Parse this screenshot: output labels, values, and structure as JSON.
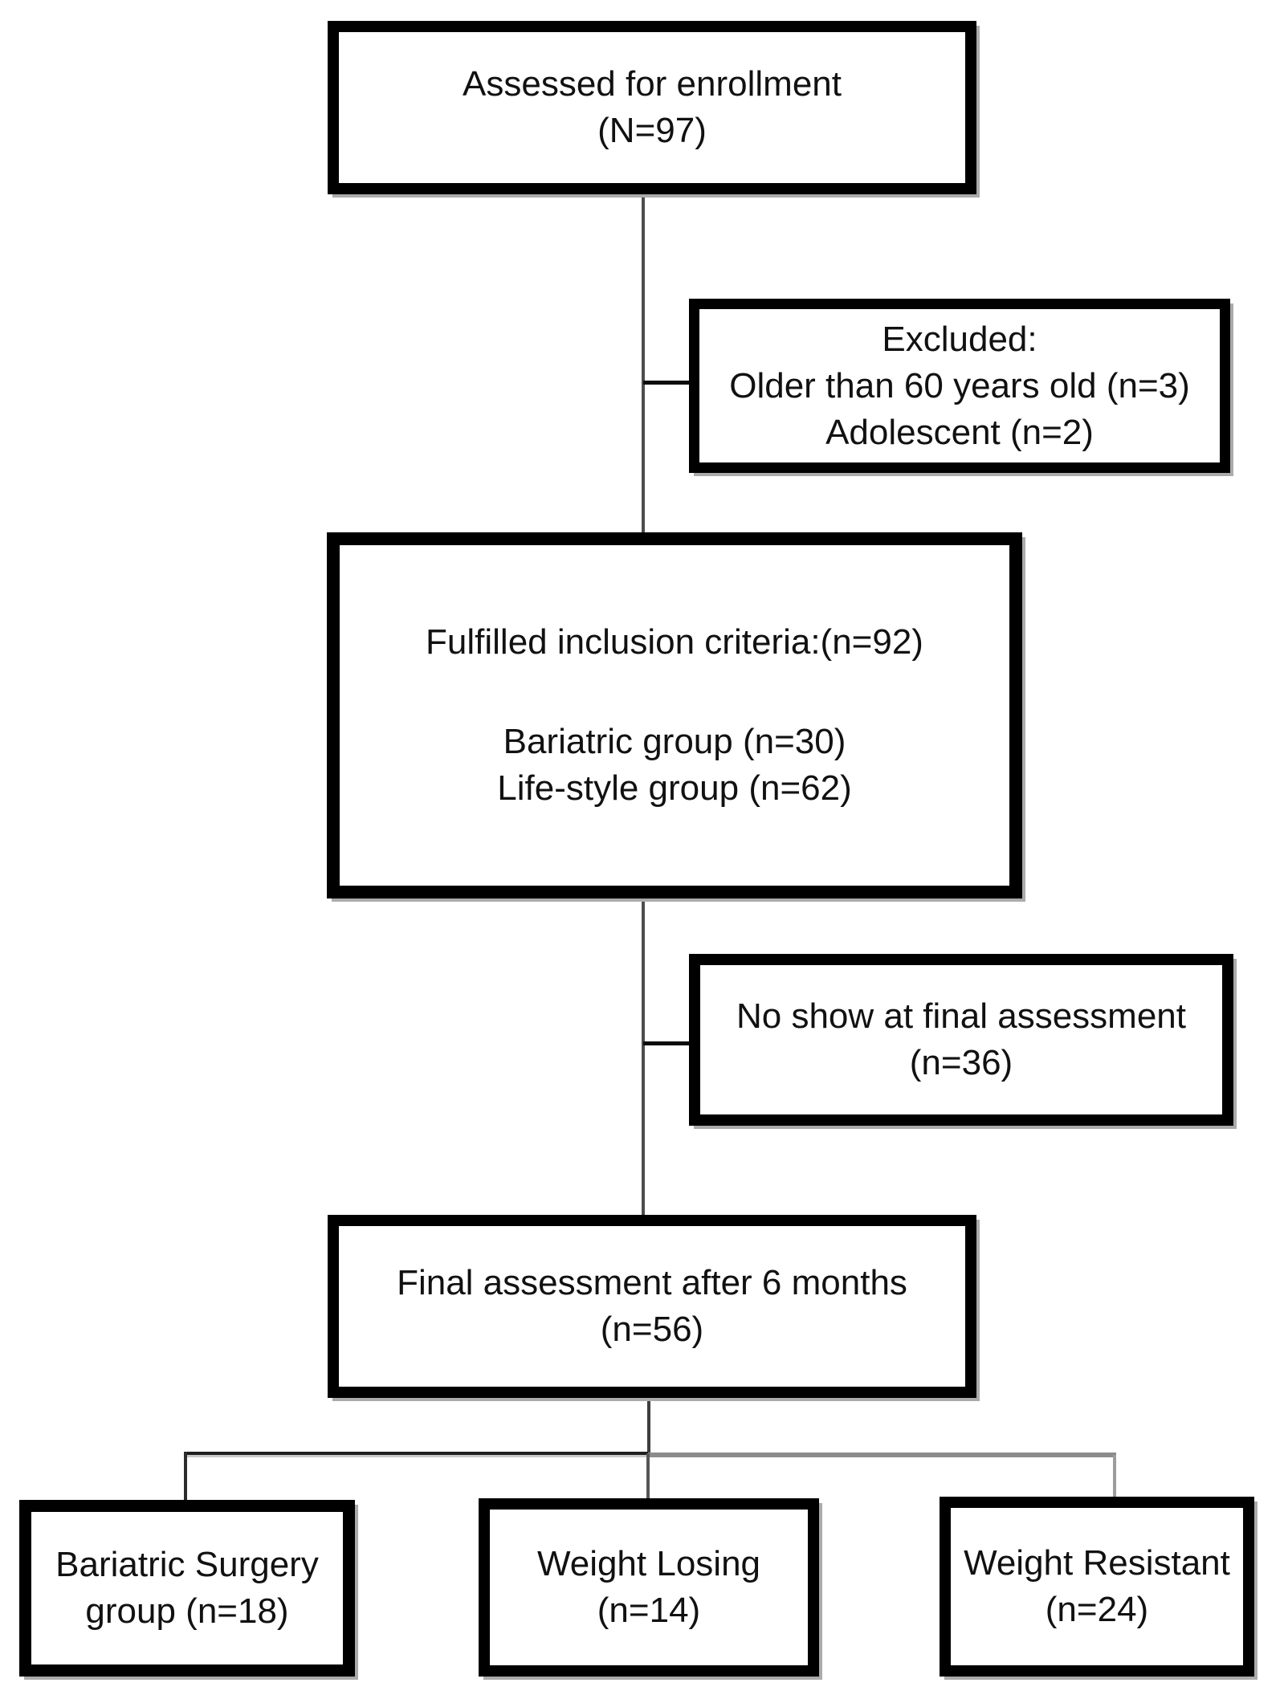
{
  "diagram": {
    "type": "flowchart",
    "nodes": {
      "assessed": {
        "lines": [
          "Assessed for enrollment",
          "(N=97)"
        ]
      },
      "excluded": {
        "lines": [
          "Excluded:",
          "Older than 60 years old (n=3)",
          "Adolescent (n=2)"
        ]
      },
      "fulfilled": {
        "lines": [
          "Fulfilled inclusion criteria:(n=92)",
          "Bariatric group (n=30)",
          "Life-style group (n=62)"
        ]
      },
      "noshow": {
        "lines": [
          "No show at final assessment",
          "(n=36)"
        ]
      },
      "final": {
        "lines": [
          "Final assessment after 6 months",
          "(n=56)"
        ]
      },
      "surgery": {
        "lines": [
          "Bariatric Surgery",
          "group (n=18)"
        ]
      },
      "losing": {
        "lines": [
          "Weight Losing",
          "(n=14)"
        ]
      },
      "resistant": {
        "lines": [
          "Weight Resistant",
          "(n=24)"
        ]
      }
    },
    "colors": {
      "box_border": "#000000",
      "box_fill": "#ffffff",
      "text": "#111111",
      "connector_dark": "#1f1f1f",
      "connector_gray": "#8c8c8c",
      "shadow": "#ababab"
    }
  }
}
